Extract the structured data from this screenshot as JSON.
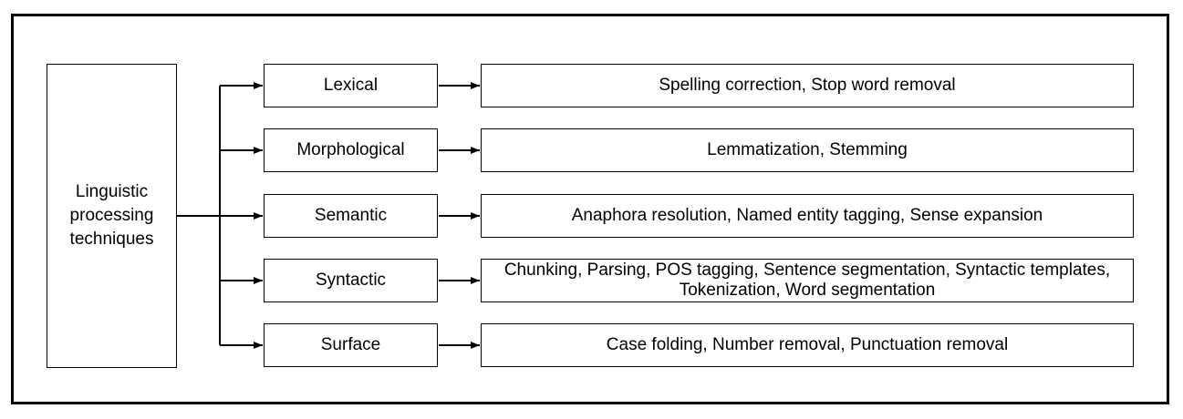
{
  "root": {
    "label": "Linguistic processing techniques"
  },
  "categories": [
    {
      "name": "Lexical",
      "examples": "Spelling correction, Stop word removal"
    },
    {
      "name": "Morphological",
      "examples": "Lemmatization, Stemming"
    },
    {
      "name": "Semantic",
      "examples": "Anaphora resolution, Named entity tagging, Sense expansion"
    },
    {
      "name": "Syntactic",
      "examples": "Chunking, Parsing, POS tagging, Sentence segmentation, Syntactic templates, Tokenization, Word segmentation"
    },
    {
      "name": "Surface",
      "examples": "Case folding, Number removal, Punctuation removal"
    }
  ]
}
